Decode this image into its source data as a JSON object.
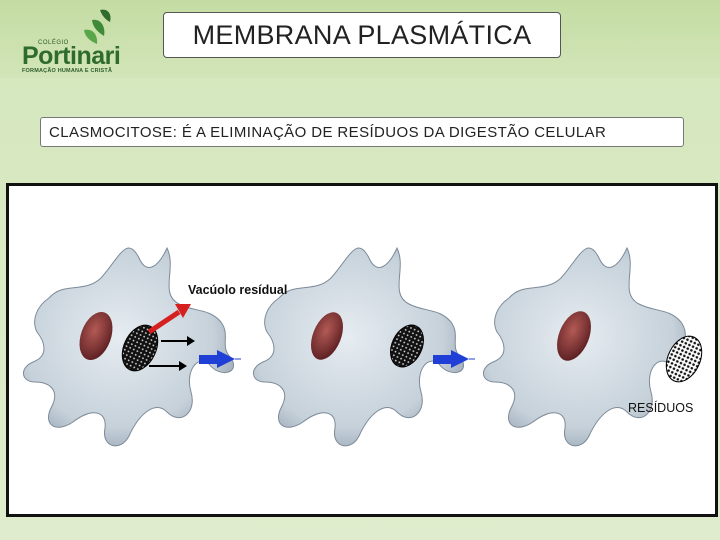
{
  "logo": {
    "small_text": "COLÉGIO",
    "name": "Portinari",
    "tagline": "FORMAÇÃO HUMANA E CRISTÃ",
    "brand_color": "#2f6b2d"
  },
  "title": "MEMBRANA PLASMÁTICA",
  "subtitle": "CLASMOCITOSE:  É A ELIMINAÇÃO DE RESÍDUOS DA DIGESTÃO CELULAR",
  "figure": {
    "label_vacuole": "Vacúolo resídual",
    "label_residues": "RESÍDUOS",
    "colors": {
      "cell": "#c9d3dc",
      "nucleus": "#7a2f2f",
      "arrow_red": "#d62020",
      "arrow_blue": "#1f3fd6"
    }
  }
}
